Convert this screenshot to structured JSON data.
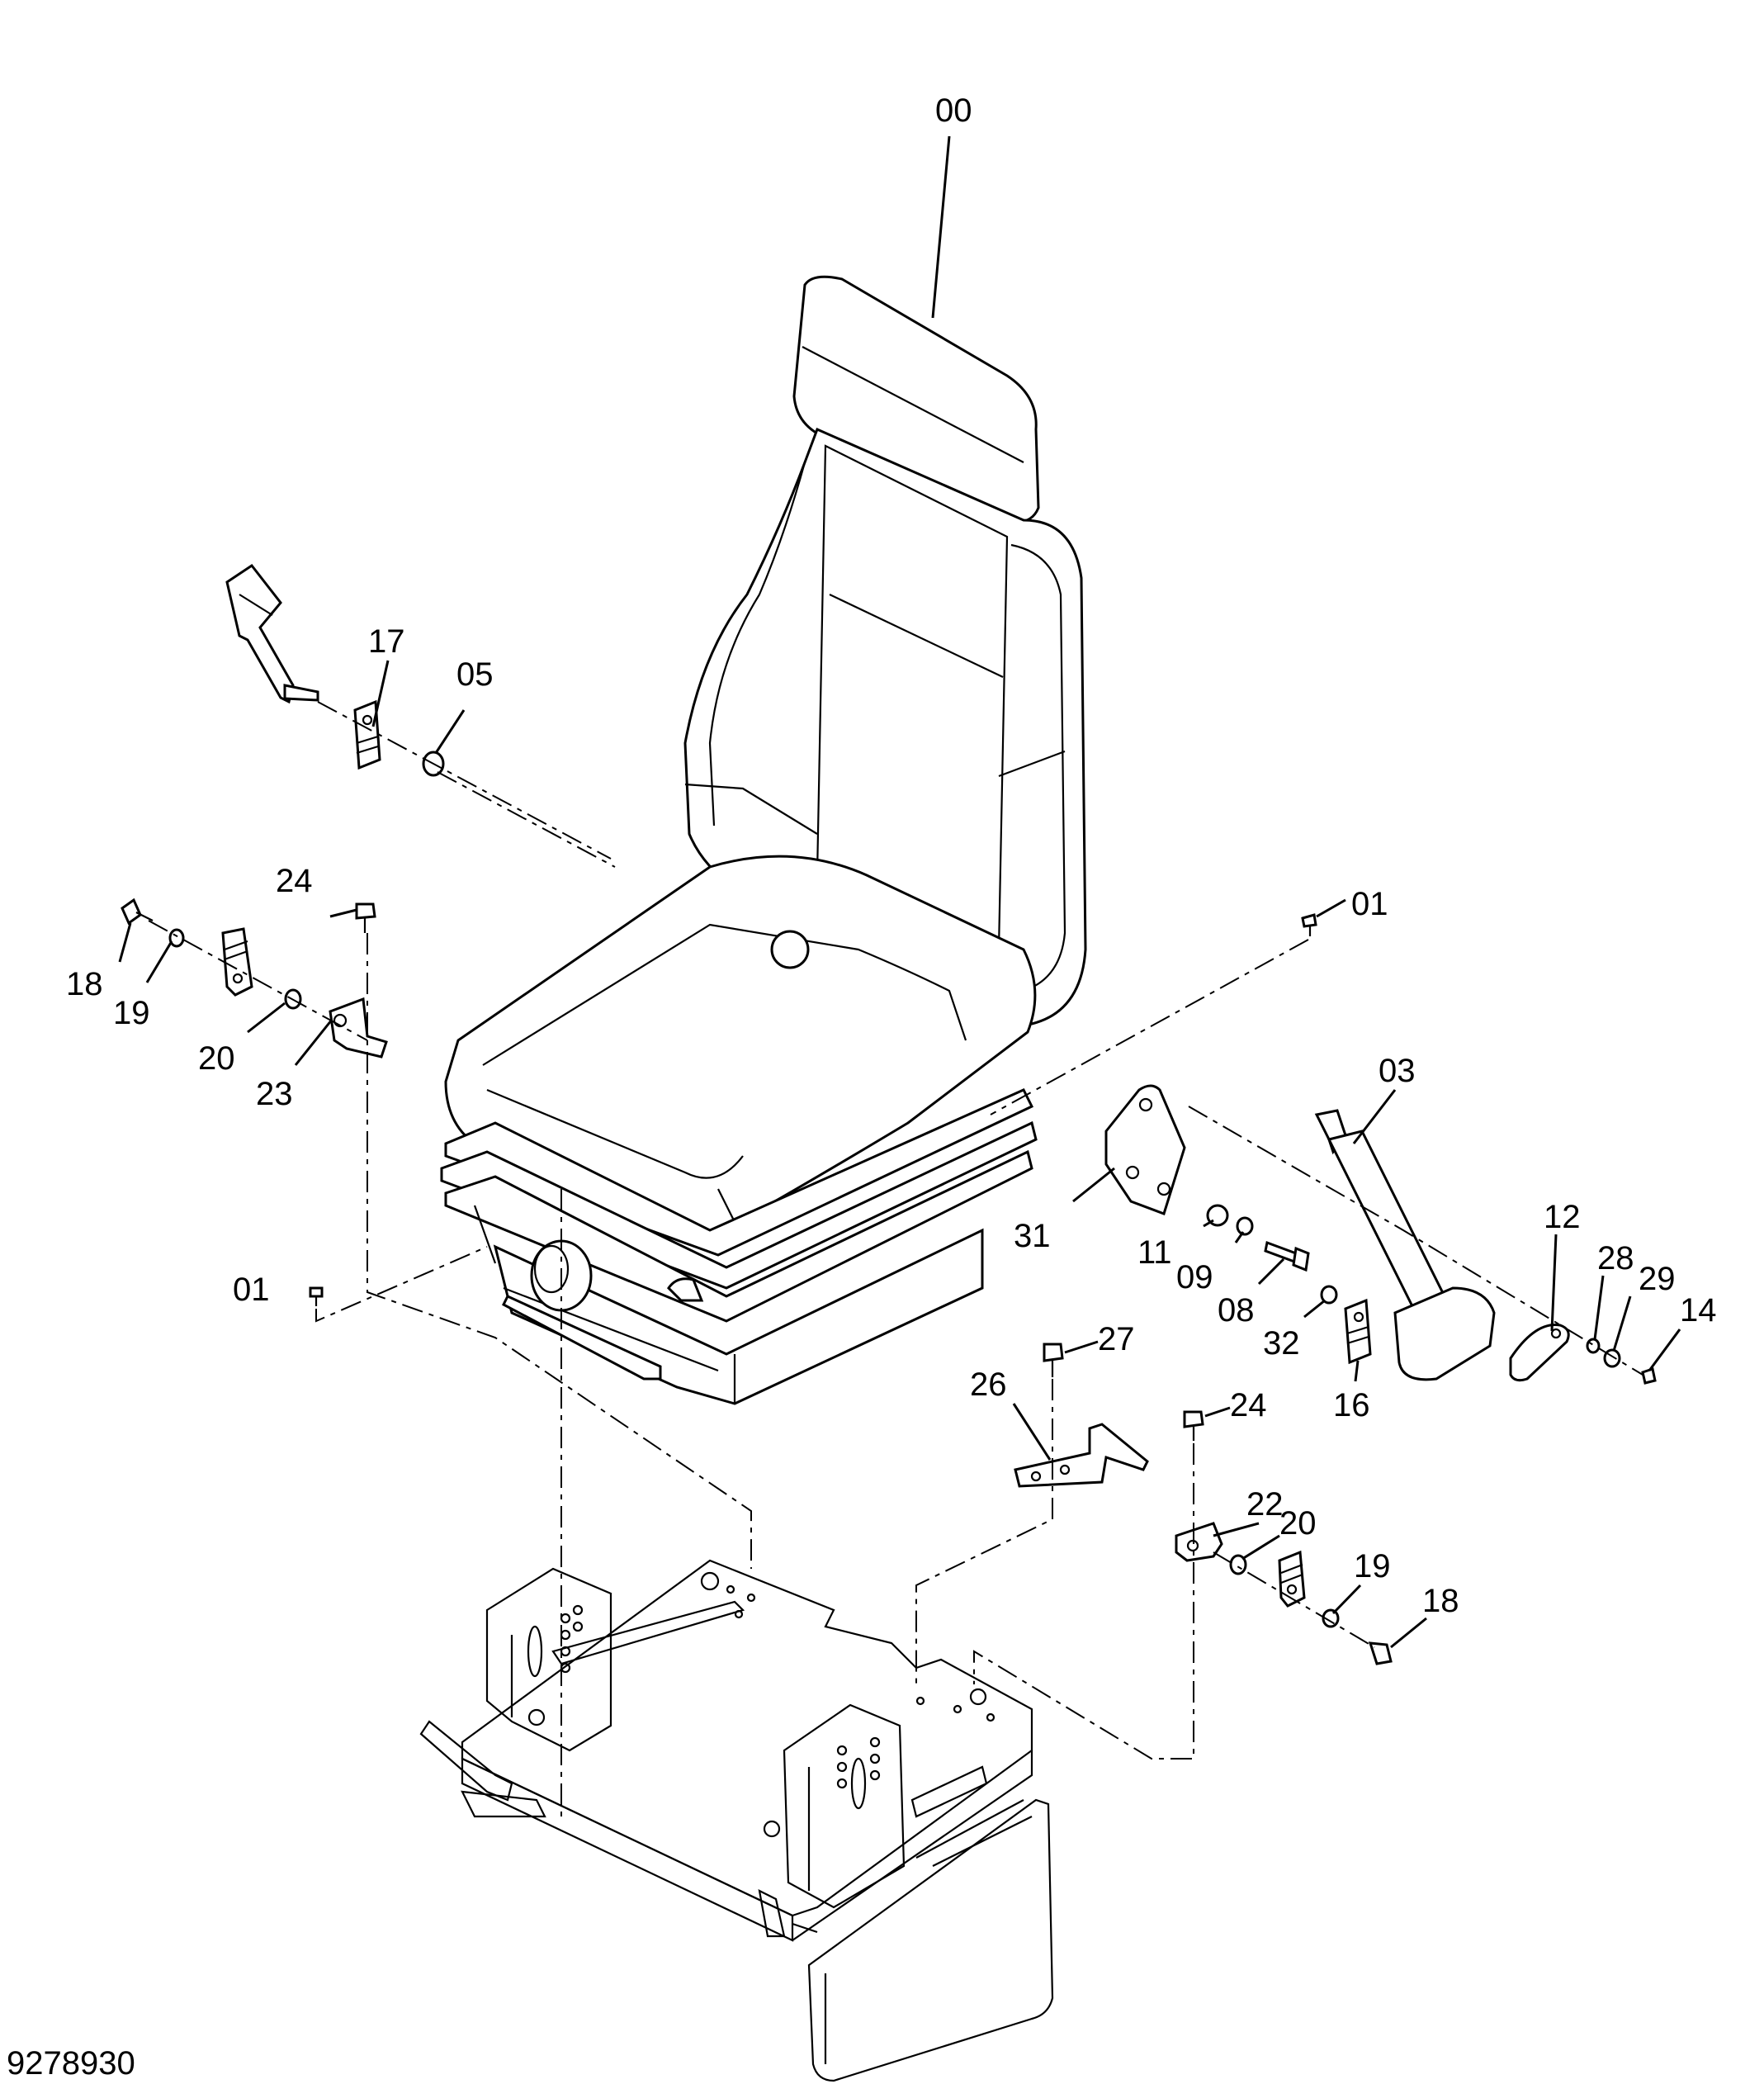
{
  "drawing_number": "9278930",
  "callouts": [
    "00",
    "17",
    "05",
    "24",
    "18",
    "19",
    "20",
    "23",
    "01",
    "01",
    "03",
    "31",
    "11",
    "09",
    "08",
    "32",
    "16",
    "12",
    "28",
    "29",
    "14",
    "27",
    "26",
    "24",
    "22",
    "20",
    "19",
    "18"
  ]
}
